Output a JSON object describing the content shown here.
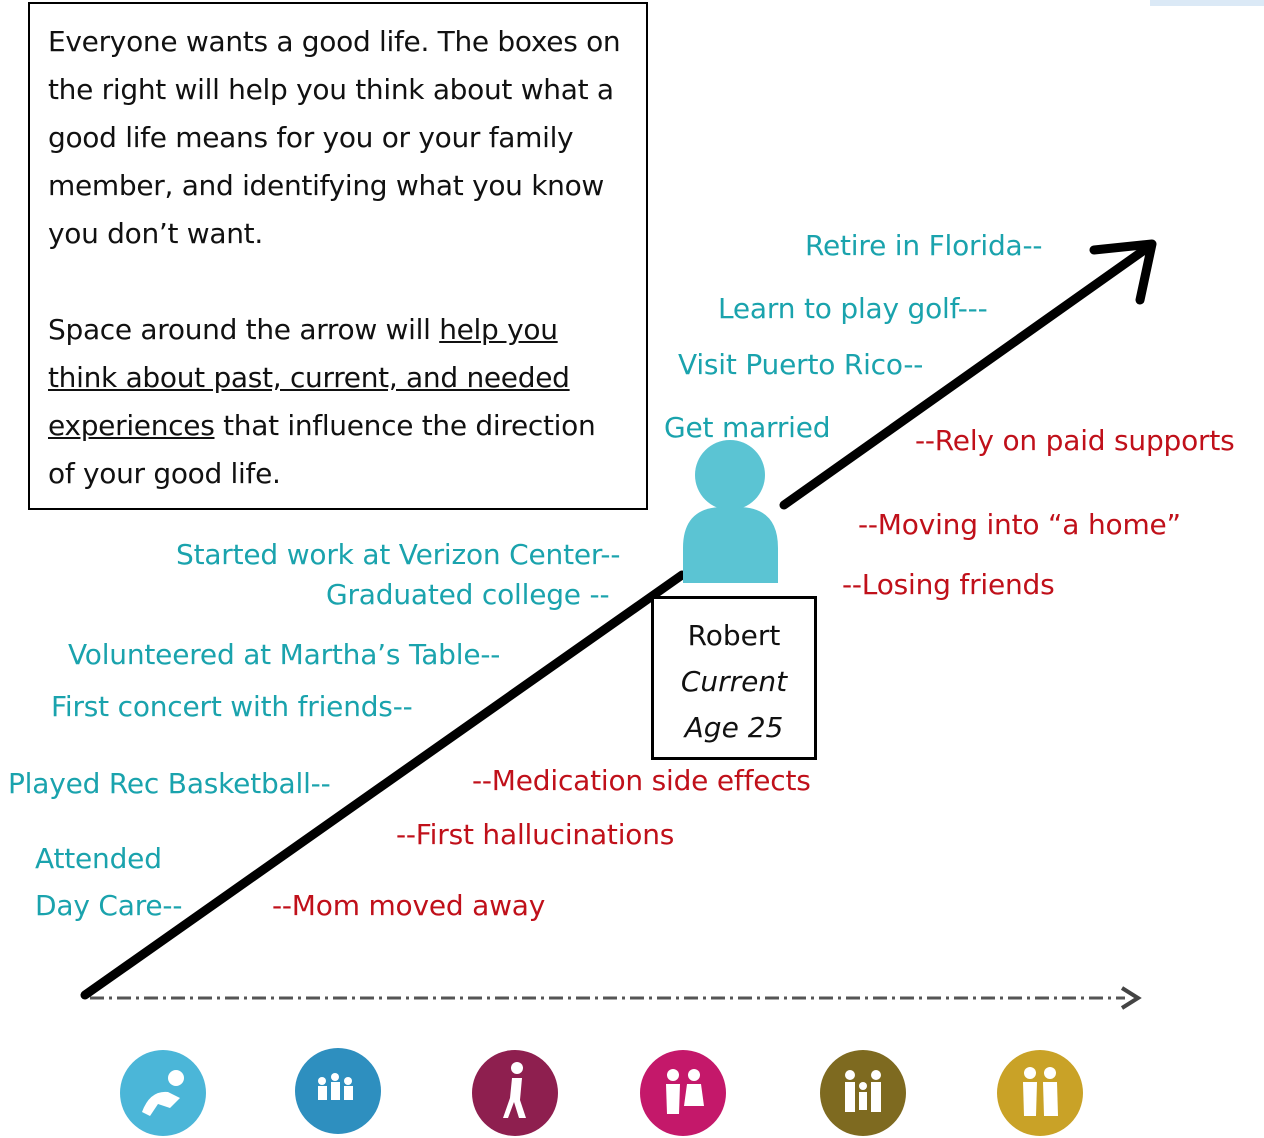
{
  "intro": {
    "paragraph1": "Everyone wants a good life. The boxes on the right will help you think about what a good life means for you or your family member, and identifying what you know you don’t want.",
    "p2_underlined": "help you think about past, current, and needed experiences",
    "p2_before": "Space around the arrow will ",
    "p2_after": " that influence the direction of your good life."
  },
  "person": {
    "name": "Robert",
    "status": "Current",
    "age": "Age 25"
  },
  "positive_labels": [
    "Retire in Florida--",
    "Learn to play golf---",
    "Visit Puerto Rico--",
    "Get married",
    "Started work at Verizon Center--",
    "Graduated college --",
    "Volunteered at Martha’s Table--",
    "First concert with friends--",
    "Played Rec Basketball--",
    "Attended",
    "Day Care--"
  ],
  "negative_labels": [
    "--Rely on paid supports",
    "--Moving into “a home”",
    "--Losing friends",
    "--Medication side effects",
    "--First hallucinations",
    "--Mom moved away"
  ],
  "colors": {
    "positive": "#1aa3ad",
    "negative": "#c0101a",
    "person": "#5bc4d3",
    "life_stages": [
      "#4bb6d8",
      "#2e8fbf",
      "#8e1f4f",
      "#c4186a",
      "#7e6a20",
      "#c9a227"
    ]
  },
  "life_stage_icons": [
    "baby-icon",
    "group-icon",
    "walking-person-icon",
    "couple-icon",
    "family-icon",
    "elderly-couple-icon"
  ]
}
